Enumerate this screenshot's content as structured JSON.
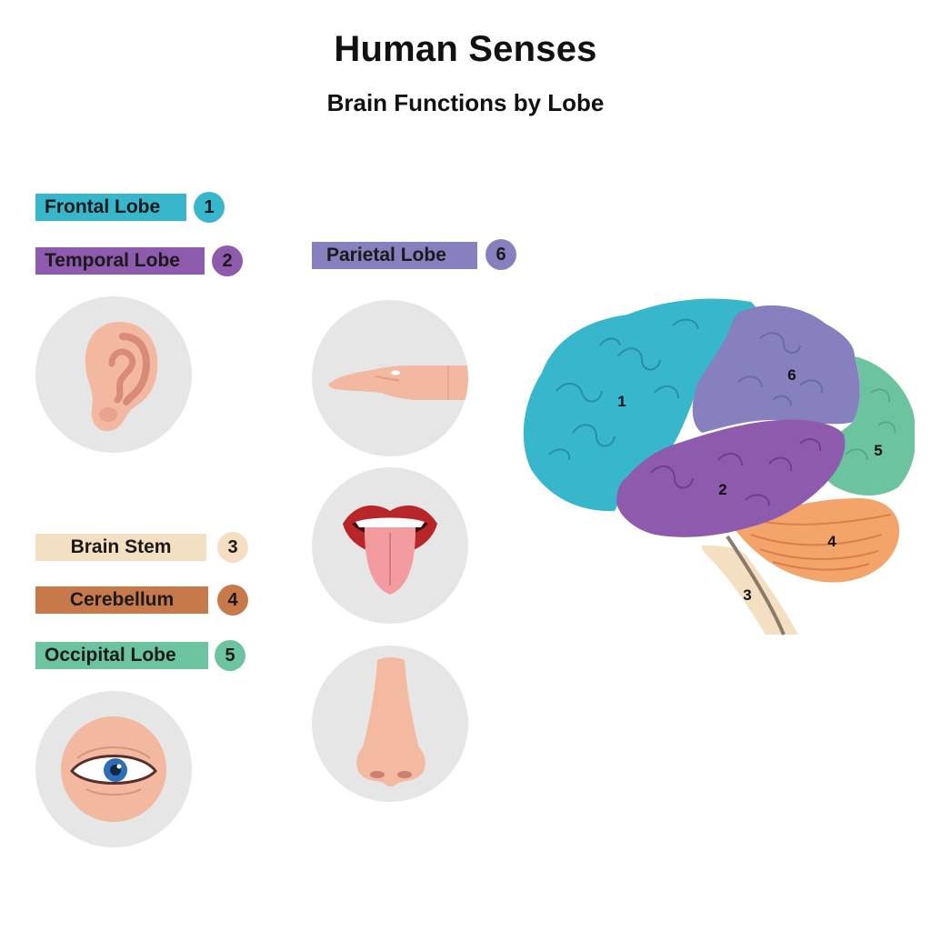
{
  "title": "Human Senses",
  "subtitle": "Brain Functions by Lobe",
  "colors": {
    "frontal": "#38b6cc",
    "temporal": "#8e5aae",
    "parietal": "#8680bf",
    "brain_stem": "#f4dfc3",
    "cerebellum": "#c8794a",
    "occipital": "#6cc3a0",
    "circle_bg": "#e6e6e6"
  },
  "labels": {
    "frontal": {
      "text": "Frontal Lobe",
      "num": "1"
    },
    "temporal": {
      "text": "Temporal Lobe",
      "num": "2"
    },
    "brain_stem": {
      "text": "Brain Stem",
      "num": "3"
    },
    "cerebellum": {
      "text": "Cerebellum",
      "num": "4"
    },
    "occipital": {
      "text": "Occipital Lobe",
      "num": "5"
    },
    "parietal": {
      "text": "Parietal Lobe",
      "num": "6"
    }
  },
  "icons": [
    "ear-icon",
    "hand-icon",
    "mouth-icon",
    "nose-icon",
    "eye-icon"
  ],
  "brain_numbers": {
    "frontal": "1",
    "temporal": "2",
    "brain_stem": "3",
    "cerebellum": "4",
    "occipital": "5",
    "parietal": "6"
  }
}
